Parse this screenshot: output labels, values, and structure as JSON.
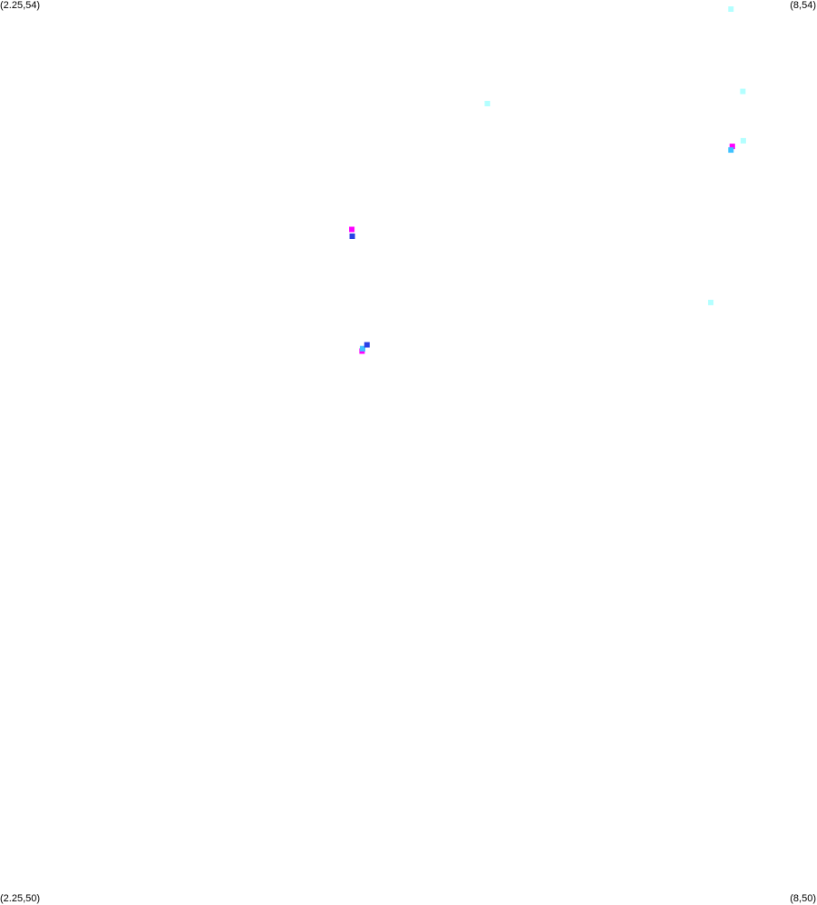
{
  "chart_data": {
    "type": "scatter",
    "title": "",
    "xlabel": "",
    "ylabel": "",
    "xlim": [
      2.25,
      8
    ],
    "ylim": [
      50,
      54
    ],
    "grid": false,
    "legend": "none",
    "corner_labels": {
      "top_left": "(2.25,54)",
      "top_right": "(8,54)",
      "bottom_left": "(2.25,50)",
      "bottom_right": "(8,50)"
    },
    "series": [
      {
        "color": "#b3ffff",
        "points": [
          {
            "x": 7.394,
            "y": 53.96
          },
          {
            "x": 7.478,
            "y": 53.596
          },
          {
            "x": 5.68,
            "y": 53.542
          },
          {
            "x": 7.481,
            "y": 53.378
          },
          {
            "x": 7.252,
            "y": 52.663
          }
        ]
      },
      {
        "color": "#ff00ff",
        "points": [
          {
            "x": 7.404,
            "y": 53.353
          },
          {
            "x": 4.726,
            "y": 52.986
          },
          {
            "x": 4.798,
            "y": 52.448
          }
        ]
      },
      {
        "color": "#3ec1ff",
        "points": [
          {
            "x": 7.394,
            "y": 53.337
          },
          {
            "x": 4.802,
            "y": 52.459
          }
        ]
      },
      {
        "color": "#2a40e6",
        "points": [
          {
            "x": 4.729,
            "y": 52.956
          },
          {
            "x": 4.833,
            "y": 52.476
          }
        ]
      }
    ]
  }
}
